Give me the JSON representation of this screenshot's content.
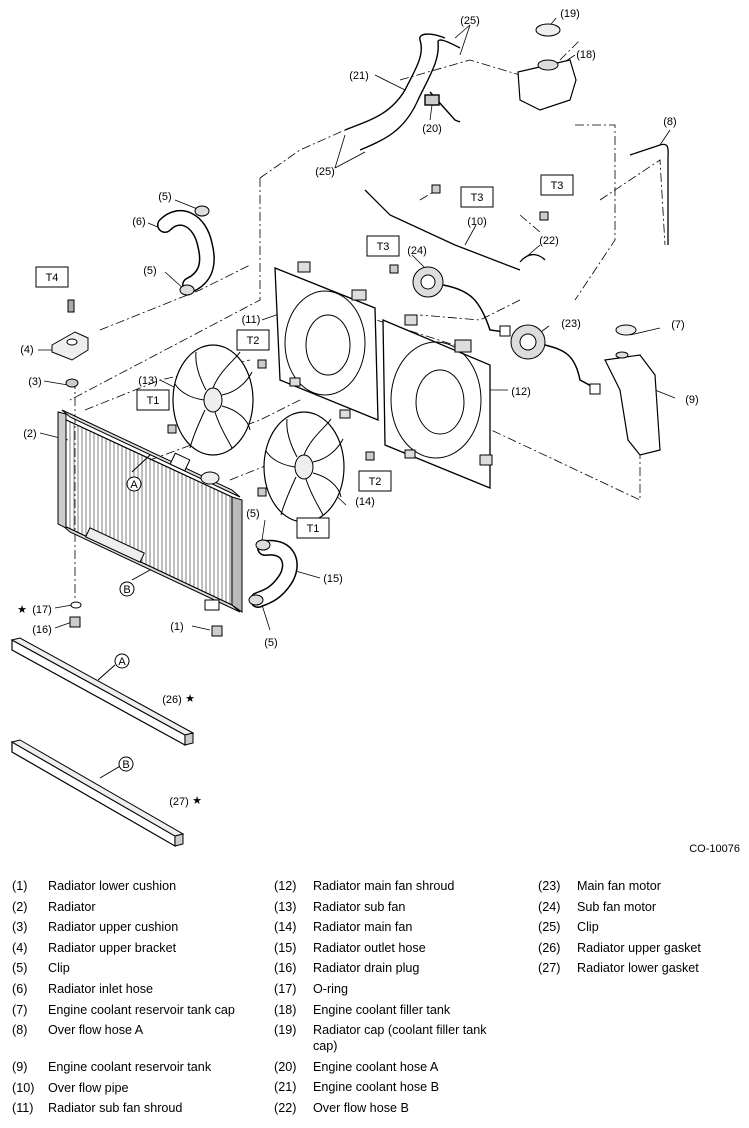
{
  "figure_code": "CO-10076",
  "callouts": {
    "c1": "(1)",
    "c2": "(2)",
    "c3": "(3)",
    "c4": "(4)",
    "c5a": "(5)",
    "c5b": "(5)",
    "c5c": "(5)",
    "c5d": "(5)",
    "c6": "(6)",
    "c7": "(7)",
    "c8": "(8)",
    "c9": "(9)",
    "c10": "(10)",
    "c11": "(11)",
    "c12": "(12)",
    "c13": "(13)",
    "c14": "(14)",
    "c15": "(15)",
    "c16": "(16)",
    "c17": "(17)",
    "c18": "(18)",
    "c19": "(19)",
    "c20": "(20)",
    "c21": "(21)",
    "c22": "(22)",
    "c23": "(23)",
    "c24": "(24)",
    "c25a": "(25)",
    "c25b": "(25)",
    "c26": "(26)",
    "c27": "(27)"
  },
  "torque_labels": {
    "t1a": "T1",
    "t1b": "T1",
    "t2a": "T2",
    "t2b": "T2",
    "t3a": "T3",
    "t3b": "T3",
    "t3c": "T3",
    "t4": "T4"
  },
  "ref_markers": {
    "a1": "A",
    "a2": "A",
    "b1": "B",
    "b2": "B"
  },
  "star": "★",
  "legend": {
    "col1": [
      {
        "num": "(1)",
        "name": "Radiator lower cushion"
      },
      {
        "num": "(2)",
        "name": "Radiator"
      },
      {
        "num": "(3)",
        "name": "Radiator upper cushion"
      },
      {
        "num": "(4)",
        "name": "Radiator upper bracket"
      },
      {
        "num": "(5)",
        "name": "Clip"
      },
      {
        "num": "(6)",
        "name": "Radiator inlet hose"
      },
      {
        "num": "(7)",
        "name": "Engine coolant reservoir tank cap"
      },
      {
        "num": "(8)",
        "name": "Over flow hose A"
      },
      {
        "num": "(9)",
        "name": "Engine coolant reservoir tank"
      },
      {
        "num": "(10)",
        "name": "Over flow pipe"
      },
      {
        "num": "(11)",
        "name": "Radiator sub fan shroud"
      }
    ],
    "col2": [
      {
        "num": "(12)",
        "name": "Radiator main fan shroud"
      },
      {
        "num": "(13)",
        "name": "Radiator sub fan"
      },
      {
        "num": "(14)",
        "name": "Radiator main fan"
      },
      {
        "num": "(15)",
        "name": "Radiator outlet hose"
      },
      {
        "num": "(16)",
        "name": "Radiator drain plug"
      },
      {
        "num": "(17)",
        "name": "O-ring"
      },
      {
        "num": "(18)",
        "name": "Engine coolant filler tank"
      },
      {
        "num": "(19)",
        "name": "Radiator cap (coolant filler tank cap)"
      },
      {
        "num": "(20)",
        "name": "Engine coolant hose A"
      },
      {
        "num": "(21)",
        "name": "Engine coolant hose B"
      },
      {
        "num": "(22)",
        "name": "Over flow hose B"
      }
    ],
    "col3": [
      {
        "num": "(23)",
        "name": "Main fan motor"
      },
      {
        "num": "(24)",
        "name": "Sub fan motor"
      },
      {
        "num": "(25)",
        "name": "Clip"
      },
      {
        "num": "(26)",
        "name": "Radiator upper gasket"
      },
      {
        "num": "(27)",
        "name": "Radiator lower gasket"
      }
    ]
  }
}
